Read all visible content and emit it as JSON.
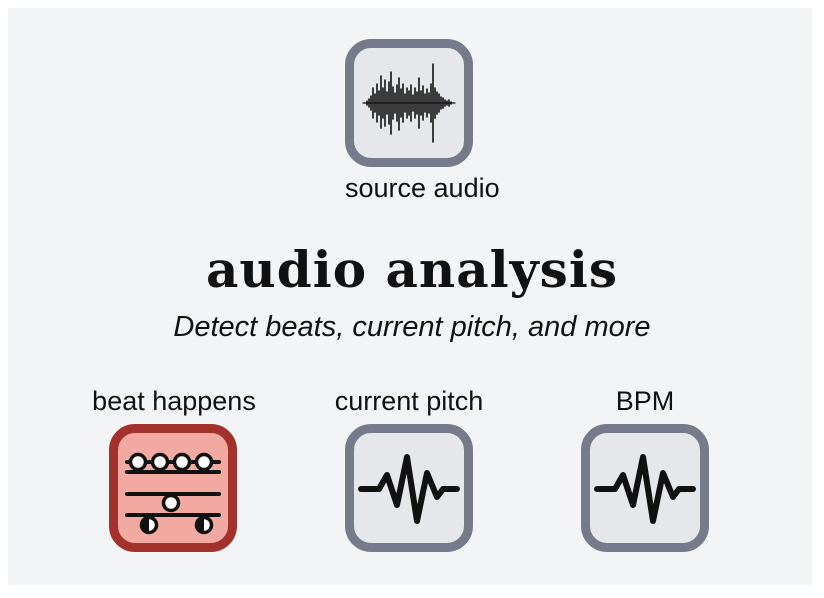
{
  "source": {
    "label": "source audio",
    "icon": "waveform-icon"
  },
  "title": "audio analysis",
  "subtitle": "Detect beats, current pitch, and more",
  "outputs": [
    {
      "label": "beat happens",
      "icon": "sequencer-icon",
      "active": true
    },
    {
      "label": "current pitch",
      "icon": "pulse-icon",
      "active": false
    },
    {
      "label": "BPM",
      "icon": "pulse-icon",
      "active": false
    }
  ],
  "colors": {
    "tile_border": "#767b8b",
    "tile_fill": "#e6e7ea",
    "active_border": "#a2322b",
    "active_fill": "#f1a9a2",
    "background": "#f3f4f6"
  }
}
